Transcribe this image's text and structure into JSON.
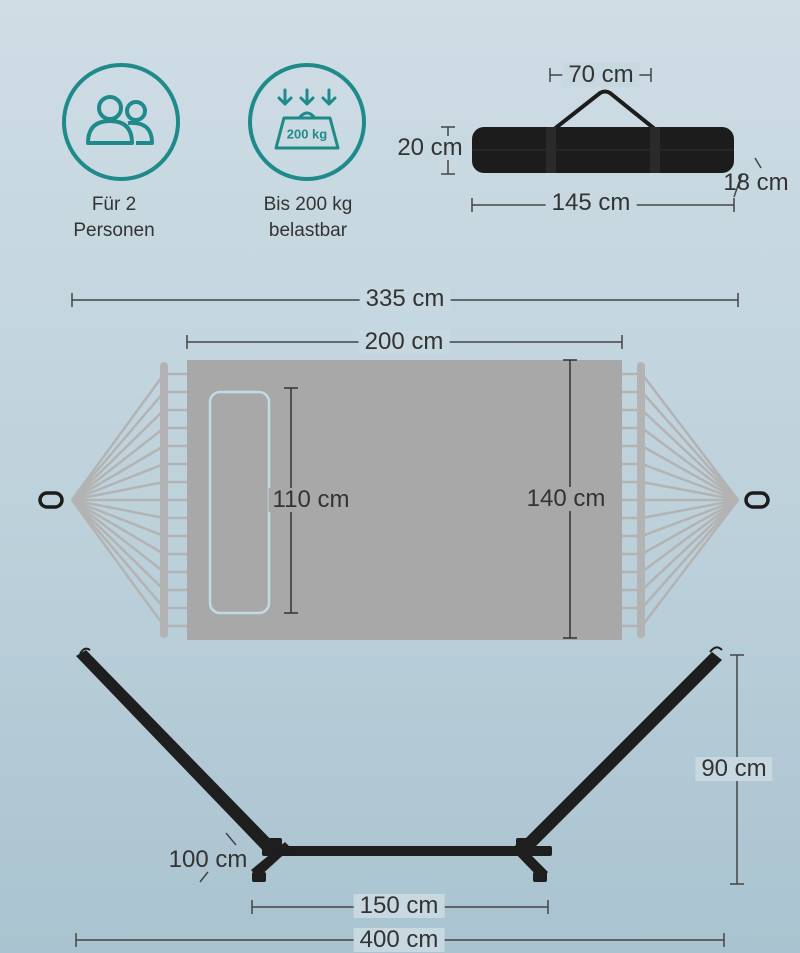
{
  "features": [
    {
      "icon": "persons-icon",
      "line1": "Für 2",
      "line2": "Personen"
    },
    {
      "icon": "weight-load-icon",
      "line1": "Bis 200 kg",
      "line2": "belastbar",
      "badge": "200 kg"
    }
  ],
  "bag": {
    "dimensions": {
      "width": "70 cm",
      "height": "20 cm",
      "length": "145 cm",
      "depth": "18 cm"
    }
  },
  "hammock": {
    "dimensions": {
      "total_length": "335 cm",
      "bed_length": "200 cm",
      "bed_width": "140 cm",
      "pillow_width": "110 cm"
    }
  },
  "stand": {
    "dimensions": {
      "height": "90 cm",
      "foot_width": "100 cm",
      "base_length": "150 cm",
      "total_length": "400 cm"
    }
  },
  "colors": {
    "accent": "#1f8a8a",
    "fabric": "#a8a8a8",
    "frame": "#2b2b2b",
    "line": "#444444"
  }
}
